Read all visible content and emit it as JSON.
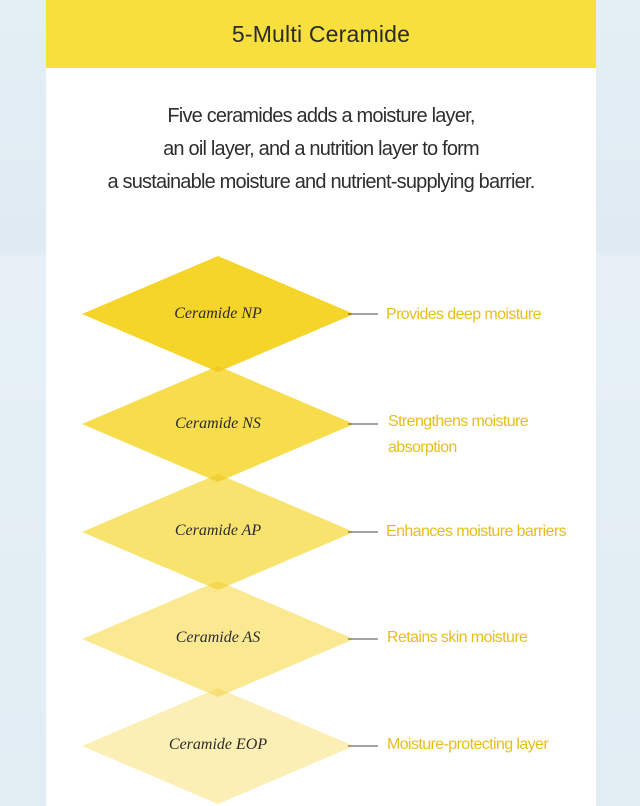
{
  "header": {
    "title": "5-Multi Ceramide"
  },
  "intro": {
    "lines": [
      "Five ceramides adds a moisture layer,",
      "an oil layer, and a nutrition layer to form",
      "a sustainable moisture and nutrient-supplying barrier."
    ]
  },
  "ceramides": [
    {
      "name": "Ceramide NP",
      "benefit": "Provides deep moisture",
      "color": "#f5d52a"
    },
    {
      "name": "Ceramide NS",
      "benefit": "Strengthens moisture absorption",
      "color": "#f7dc4b"
    },
    {
      "name": "Ceramide AP",
      "benefit": "Enhances moisture barriers",
      "color": "#f9e36f"
    },
    {
      "name": "Ceramide AS",
      "benefit": "Retains skin moisture",
      "color": "#fbe992"
    },
    {
      "name": "Ceramide EOP",
      "benefit": "Moisture-protecting layer",
      "color": "#fcefb6"
    }
  ],
  "colors": {
    "accent": "#f7df3d",
    "benefit_text": "#e6be1c",
    "overlap": "#f0c81c"
  }
}
